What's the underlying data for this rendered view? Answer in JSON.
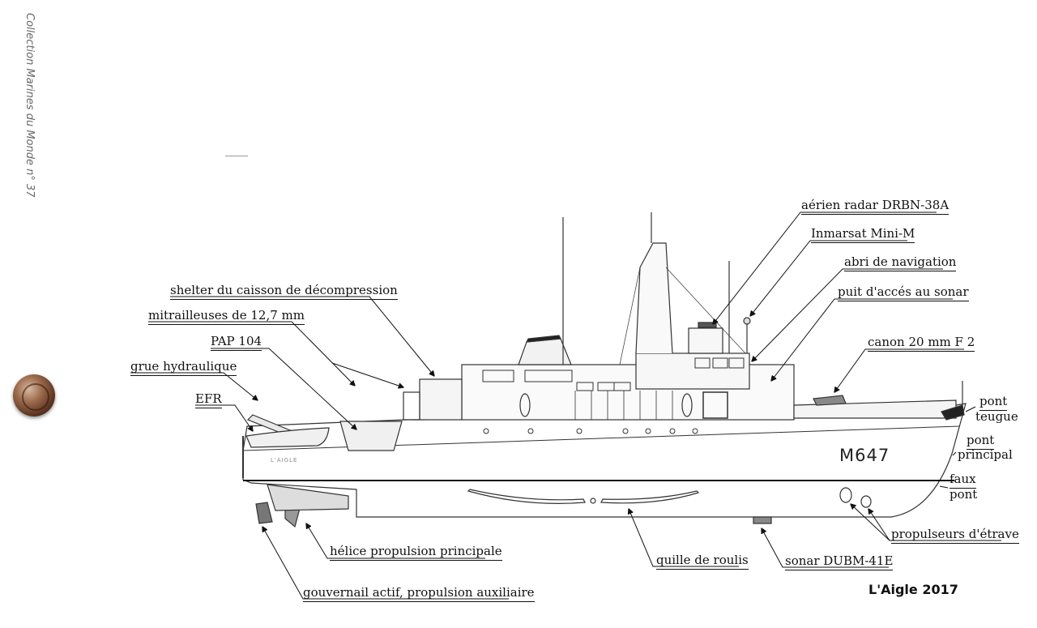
{
  "side_credit": "Collection Marines du Monde n° 37",
  "hull_number": "M647",
  "hull_name": "L'AIGLE",
  "caption": "L'Aigle 2017",
  "labels": {
    "radar": "aérien radar DRBN-38A",
    "inmarsat": "Inmarsat Mini-M",
    "abri": "abri de navigation",
    "puit": "puit d'accés au sonar",
    "canon": "canon 20 mm F 2",
    "shelter": "shelter du caisson de décompression",
    "mitrailleuses": "mitrailleuses de 12,7 mm",
    "pap": "PAP 104",
    "grue": "grue hydraulique",
    "efr": "EFR",
    "pont_teugue_1": "pont",
    "pont_teugue_2": "teugue",
    "pont_principal_1": "pont",
    "pont_principal_2": "principal",
    "faux_pont_1": "faux",
    "faux_pont_2": "pont",
    "propulseurs": "propulseurs d'étrave",
    "sonar": "sonar DUBM-41E",
    "quille": "quille de roulis",
    "helice": "hélice propulsion principale",
    "gouvernail": "gouvernail actif, propulsion auxiliaire"
  },
  "colors": {
    "ink": "#111111",
    "line": "#333333"
  }
}
